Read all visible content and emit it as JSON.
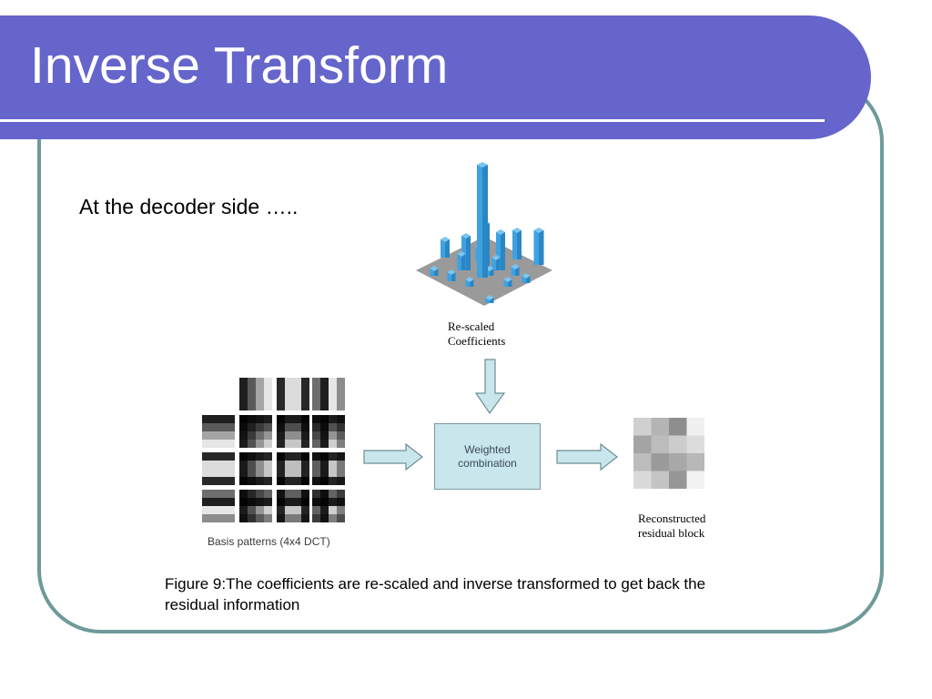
{
  "slide": {
    "title": "Inverse Transform",
    "subtitle": "At the decoder side …..",
    "caption": "Figure 9:The coefficients are re-scaled and inverse transformed to get back the residual information"
  },
  "diagram": {
    "coefficients_label": [
      "Re-scaled",
      "Coefficients"
    ],
    "weighted_box": [
      "Weighted",
      "combination"
    ],
    "basis_label": "Basis patterns (4x4 DCT)",
    "residual_label": [
      "Reconstructed",
      "residual block"
    ],
    "residual_grid": [
      [
        "#d0d0d0",
        "#b4b4b4",
        "#8e8e8e",
        "#f0f0f0"
      ],
      [
        "#a4a4a4",
        "#bcbcbc",
        "#cccccc",
        "#dcdcdc"
      ],
      [
        "#bcbcbc",
        "#9a9a9a",
        "#a8a8a8",
        "#b8b8b8"
      ],
      [
        "#dadada",
        "#c4c4c4",
        "#969696",
        "#f2f2f2"
      ]
    ]
  },
  "colors": {
    "title_band": "#6565cb",
    "frame": "#6e9a9a",
    "arrow_fill": "#c8e6ec",
    "bar_blue": "#3fa2e0",
    "plate": "#9a9a9a"
  }
}
